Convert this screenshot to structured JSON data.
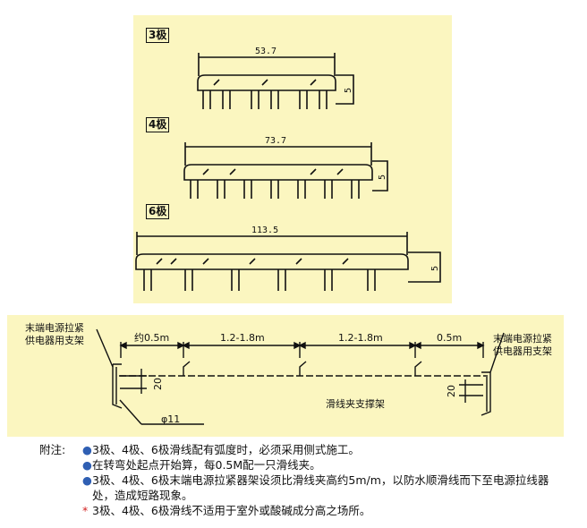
{
  "colors": {
    "panel_bg": "#fbf6c0",
    "line": "#111111",
    "bullet_blue": "#2f5fb3",
    "bullet_red": "#d21f1f"
  },
  "rails": [
    {
      "pole_label": "3极",
      "width_dim": "53.7",
      "height_dim": "5"
    },
    {
      "pole_label": "4极",
      "width_dim": "73.7",
      "height_dim": "5"
    },
    {
      "pole_label": "6极",
      "width_dim": "113.5",
      "height_dim": "5"
    }
  ],
  "support": {
    "left_label": [
      "末端电源拉紧",
      "供电器用支架"
    ],
    "right_label": [
      "末端电源拉紧",
      "供电器用支架"
    ],
    "spans": [
      "约0.5m",
      "1.2-1.8m",
      "1.2-1.8m",
      "0.5m"
    ],
    "height_left": "20",
    "height_right": "20",
    "diameter": "φ11",
    "center_label": "滑线夹支撑架"
  },
  "notes": {
    "heading": "附注:",
    "items": [
      {
        "bullet": "●",
        "bullet_color": "blue",
        "text": "3极、4极、6极滑线配有弧度时，必须采用侧式施工。"
      },
      {
        "bullet": "●",
        "bullet_color": "blue",
        "text": "在转弯处起点开始算，每0.5M配一只滑线夹。"
      },
      {
        "bullet": "●",
        "bullet_color": "blue",
        "text": "3极、4极、6极末端电源拉紧器架设须比滑线夹高约5m/m，以防水顺滑线而下至电源拉线器处，造成短路现象。"
      },
      {
        "bullet": "*",
        "bullet_color": "red",
        "text": "3极、4极、6极滑线不适用于室外或酸碱成分高之场所。"
      }
    ]
  }
}
